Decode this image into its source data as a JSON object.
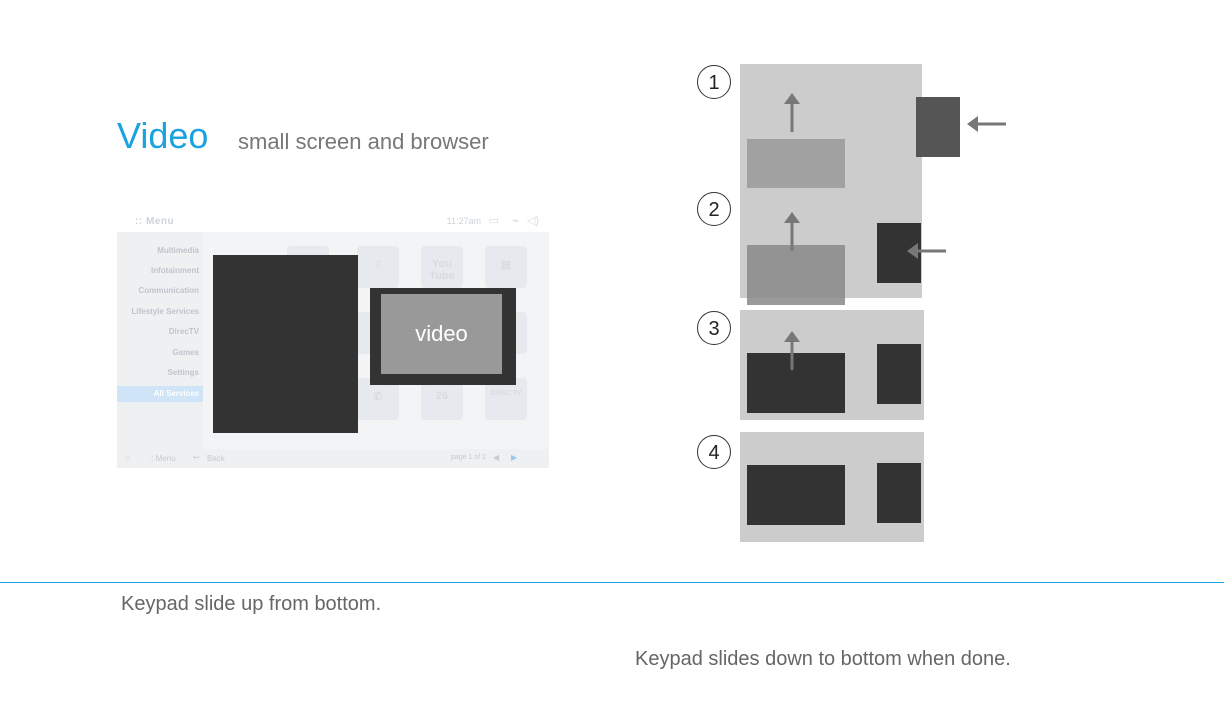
{
  "header": {
    "title": "Video",
    "subtitle": "small screen and browser"
  },
  "mockup": {
    "menu_label": ":: Menu",
    "clock": "11:27am",
    "sidebar_items": [
      "Multimedia",
      "Infotainment",
      "Communication",
      "Lifestyle Services",
      "DirecTV",
      "Games",
      "Settings",
      "All Services"
    ],
    "active_item": "All Services",
    "tiles": [
      "You Tube",
      "26",
      "DIRECTV"
    ],
    "footer": {
      "menu": ":: Menu",
      "back": "Back",
      "page": "page 1 of 2"
    },
    "video_label": "video"
  },
  "steps": [
    {
      "number": "1"
    },
    {
      "number": "2"
    },
    {
      "number": "3"
    },
    {
      "number": "4"
    }
  ],
  "captions": {
    "left": "Keypad slide up from bottom.",
    "right": "Keypad slides down to bottom when done."
  },
  "colors": {
    "accent": "#1aa3e0",
    "dark": "#333333",
    "mid": "#999999",
    "frame": "#cccccc"
  }
}
